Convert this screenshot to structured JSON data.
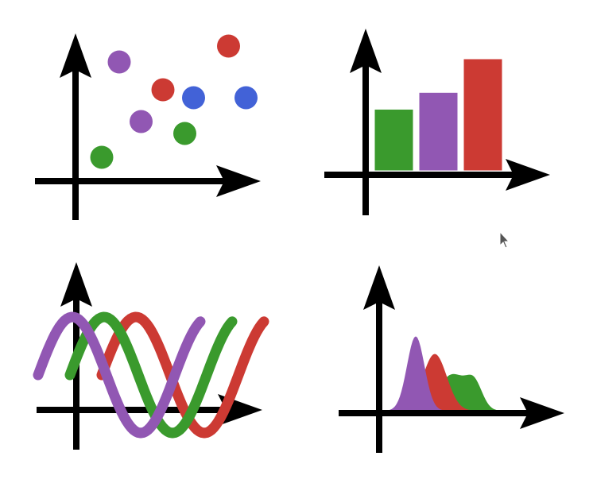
{
  "colors": {
    "red": "#cc3a33",
    "purple": "#9157b3",
    "green": "#3a9a2d",
    "blue": "#4262d7",
    "axis": "#000000",
    "cursor": "#555555"
  },
  "icons": {
    "scatter": "scatter-plot-icon",
    "bar": "bar-chart-icon",
    "line": "line-chart-icon",
    "area": "density-chart-icon",
    "cursor": "mouse-pointer-icon"
  },
  "chart_data": [
    {
      "type": "scatter",
      "series": [
        {
          "color": "purple",
          "points": [
            [
              1.0,
              3.0
            ],
            [
              1.5,
              1.5
            ]
          ]
        },
        {
          "color": "red",
          "points": [
            [
              2.0,
              2.3
            ],
            [
              3.5,
              3.4
            ]
          ]
        },
        {
          "color": "blue",
          "points": [
            [
              2.7,
              2.1
            ],
            [
              3.9,
              2.1
            ]
          ]
        },
        {
          "color": "green",
          "points": [
            [
              0.6,
              0.6
            ],
            [
              2.5,
              1.2
            ]
          ]
        }
      ],
      "xlim": [
        0,
        4.5
      ],
      "ylim": [
        0,
        4
      ],
      "grid": false
    },
    {
      "type": "bar",
      "series": [
        {
          "color": "green",
          "values": [
            55
          ]
        },
        {
          "color": "purple",
          "values": [
            70
          ]
        },
        {
          "color": "red",
          "values": [
            100
          ]
        }
      ],
      "ylim": [
        0,
        120
      ],
      "grid": false
    },
    {
      "type": "line",
      "series": [
        {
          "color": "purple",
          "phase": 0.0
        },
        {
          "color": "green",
          "phase": 0.9
        },
        {
          "color": "red",
          "phase": 1.8
        }
      ],
      "function": "sine",
      "amplitude": 1,
      "grid": false
    },
    {
      "type": "area",
      "series": [
        {
          "color": "green",
          "peaks": [
            [
              4.6,
              0.35,
              0.9
            ],
            [
              6.0,
              0.22,
              0.5
            ]
          ]
        },
        {
          "color": "red",
          "peaks": [
            [
              3.5,
              0.55,
              0.75
            ]
          ]
        },
        {
          "color": "purple",
          "peaks": [
            [
              2.3,
              0.72,
              0.55
            ]
          ]
        }
      ],
      "grid": false
    }
  ]
}
